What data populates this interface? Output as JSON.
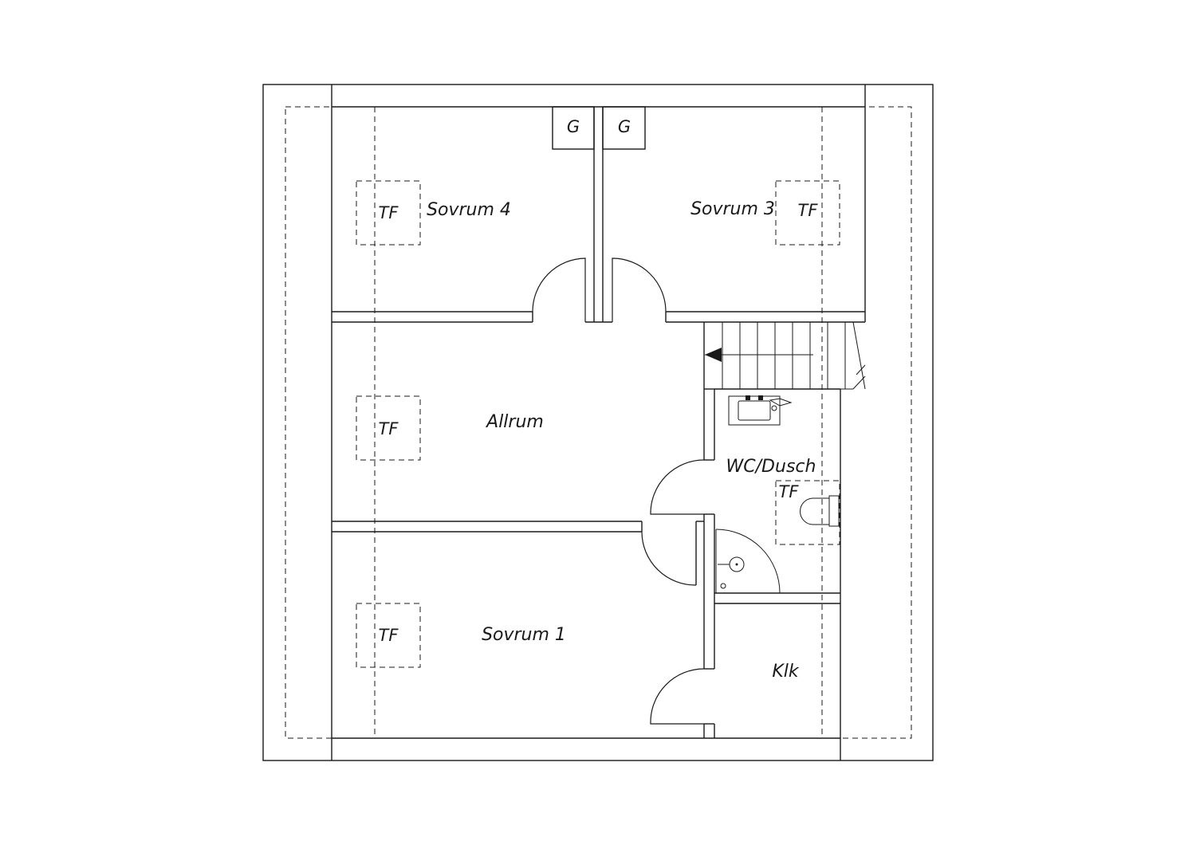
{
  "rooms": {
    "sovrum4": "Sovrum 4",
    "sovrum3": "Sovrum 3",
    "allrum": "Allrum",
    "wc": "WC/Dusch",
    "sovrum1": "Sovrum 1",
    "klk": "Klk"
  },
  "marks": {
    "tf": "TF",
    "g": "G"
  },
  "colors": {
    "line": "#1a1a1a",
    "background": "#ffffff"
  }
}
